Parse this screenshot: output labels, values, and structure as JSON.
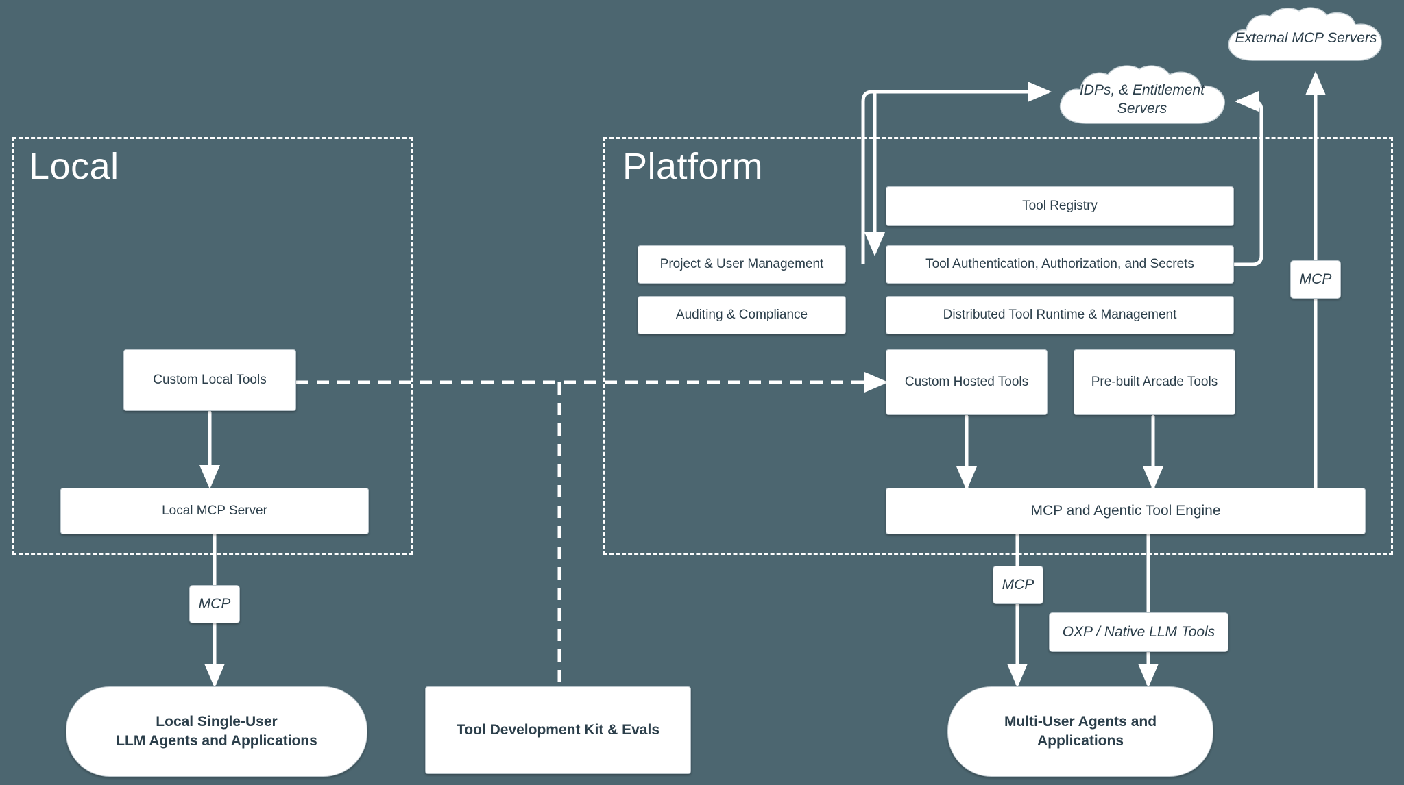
{
  "diagram": {
    "background_color": "#4c6670",
    "node_fill": "#ffffff",
    "node_text_color": "#2b3e4a",
    "zones": [
      {
        "id": "local",
        "title": "Local"
      },
      {
        "id": "platform",
        "title": "Platform"
      }
    ],
    "clouds": [
      {
        "id": "external-mcp-servers",
        "label": "External MCP Servers"
      },
      {
        "id": "idps-entitlement-servers",
        "label": "IDPs, & Entitlement Servers"
      }
    ],
    "nodes": {
      "custom_local_tools": "Custom Local Tools",
      "local_mcp_server": "Local MCP Server",
      "project_user_management": "Project & User Management",
      "auditing_compliance": "Auditing & Compliance",
      "tool_registry": "Tool Registry",
      "tool_auth": "Tool Authentication, Authorization, and Secrets",
      "distributed_runtime": "Distributed Tool Runtime & Management",
      "custom_hosted_tools": "Custom Hosted Tools",
      "prebuilt_arcade_tools": "Pre-built Arcade Tools",
      "mcp_agentic_tool_engine": "MCP and Agentic Tool Engine",
      "oxp_native_llm_tools": "OXP / Native LLM Tools",
      "local_single_user_agents_line1": "Local Single-User",
      "local_single_user_agents_line2": "LLM Agents and Applications",
      "tool_development_kit": "Tool Development Kit & Evals",
      "multi_user_agents_line1": "Multi-User Agents and",
      "multi_user_agents_line2": "Applications"
    },
    "edge_labels": {
      "mcp_local": "MCP",
      "mcp_right": "MCP",
      "mcp_multiuser": "MCP"
    }
  }
}
